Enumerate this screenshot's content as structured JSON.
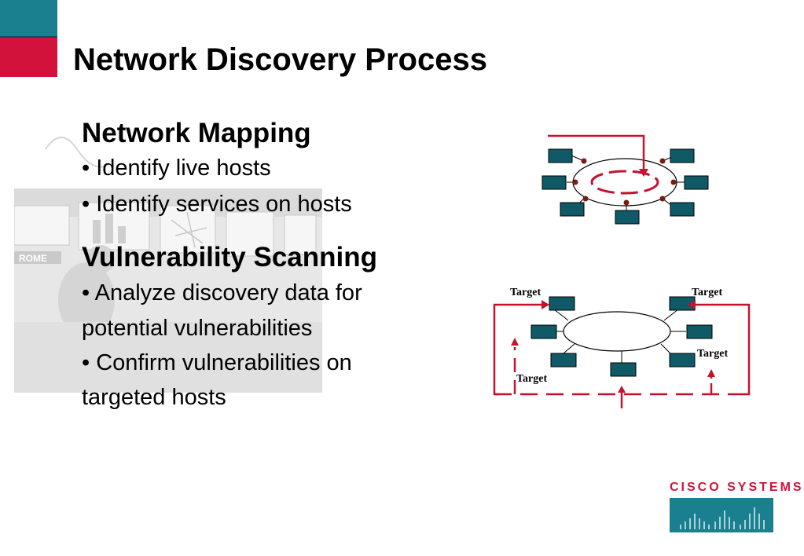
{
  "slide": {
    "title": "Network Discovery Process",
    "sections": [
      {
        "heading": "Network Mapping",
        "bullets": [
          "• Identify live hosts",
          "• Identify services on hosts"
        ]
      },
      {
        "heading": "Vulnerability Scanning",
        "bullets": [
          "• Analyze discovery data for",
          "potential vulnerabilities",
          "• Confirm vulnerabilities on",
          "targeted hosts"
        ]
      }
    ]
  },
  "diagram_bottom": {
    "target_labels": [
      "Target",
      "Target",
      "Target",
      "Target"
    ]
  },
  "logo": {
    "text": "CISCO SYSTEMS"
  },
  "photo": {
    "sign_text": "ROME"
  },
  "colors": {
    "teal": "#1a7f8e",
    "red": "#d2123a",
    "node": "#0f5a66"
  }
}
